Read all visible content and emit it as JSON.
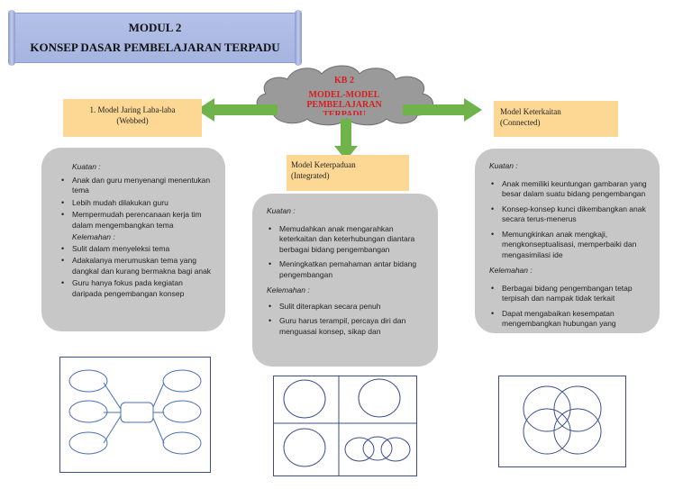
{
  "banner": {
    "line1": "MODUL 2",
    "line2": "KONSEP DASAR PEMBELAJARAN TERPADU"
  },
  "cloud": {
    "kb": "KB 2",
    "line1": "MODEL-MODEL",
    "line2": "PEMBELAJARAN",
    "line3": "TERPADU"
  },
  "models": {
    "webbed": {
      "line1": "1.  Model Jaring Laba-laba",
      "line2": "(Webbed)",
      "strengths_title": "Kuatan :",
      "strengths": [
        "Anak dan guru menyenangi menentukan tema",
        "Lebih mudah dilakukan guru",
        "Mempermudah perencanaan kerja tim dalam mengembangkan tema"
      ],
      "weaknesses_title": "Kelemahan :",
      "weaknesses": [
        "Sulit dalam menyeleksi tema",
        "Adakalanya merumuskan tema yang dangkal dan kurang bermakna bagi anak",
        "Guru hanya fokus pada kegiatan daripada pengembangan konsep"
      ]
    },
    "integrated": {
      "line1": "Model Keterpaduan",
      "line2": "(Integrated)",
      "strengths_title": "Kuatan :",
      "strengths": [
        "Memudahkan anak mengarahkan keterkaitan dan keterhubungan diantara berbagai bidang pengembangan",
        "Meningkatkan pemahaman antar bidang pengembangan"
      ],
      "weaknesses_title": "Kelemahan :",
      "weaknesses": [
        "Sulit diterapkan secara penuh",
        "Guru harus terampil, percaya diri dan menguasai konsep, sikap dan"
      ]
    },
    "connected": {
      "line1": "Model Keterkaitan",
      "line2": "(Connected)",
      "strengths_title": "Kuatan :",
      "strengths": [
        "Anak memiliki keuntungan gambaran yang besar dalam suatu bidang pengembangan",
        "Konsep-konsep kunci dikembangkan anak secara terus-menerus",
        "Memungkinkan anak mengkaji, mengkonseptualisasi, memperbaiki dan mengasimilasi ide"
      ],
      "weaknesses_title": "Kelemahan :",
      "weaknesses": [
        "Berbagai bidang pengembangan tetap terpisah dan nampak tidak terkait",
        "Dapat mengabaikan kesempatan mengembangkan hubungan yang"
      ]
    }
  },
  "colors": {
    "banner": "#a5b4e0",
    "cloud": "#9a9a9a",
    "cloud_text": "#d81e1e",
    "arrow": "#6fb34a",
    "label_box": "#fcd894",
    "panel": "#c7c7c7",
    "diagram_frame": "#3a4d8f"
  }
}
